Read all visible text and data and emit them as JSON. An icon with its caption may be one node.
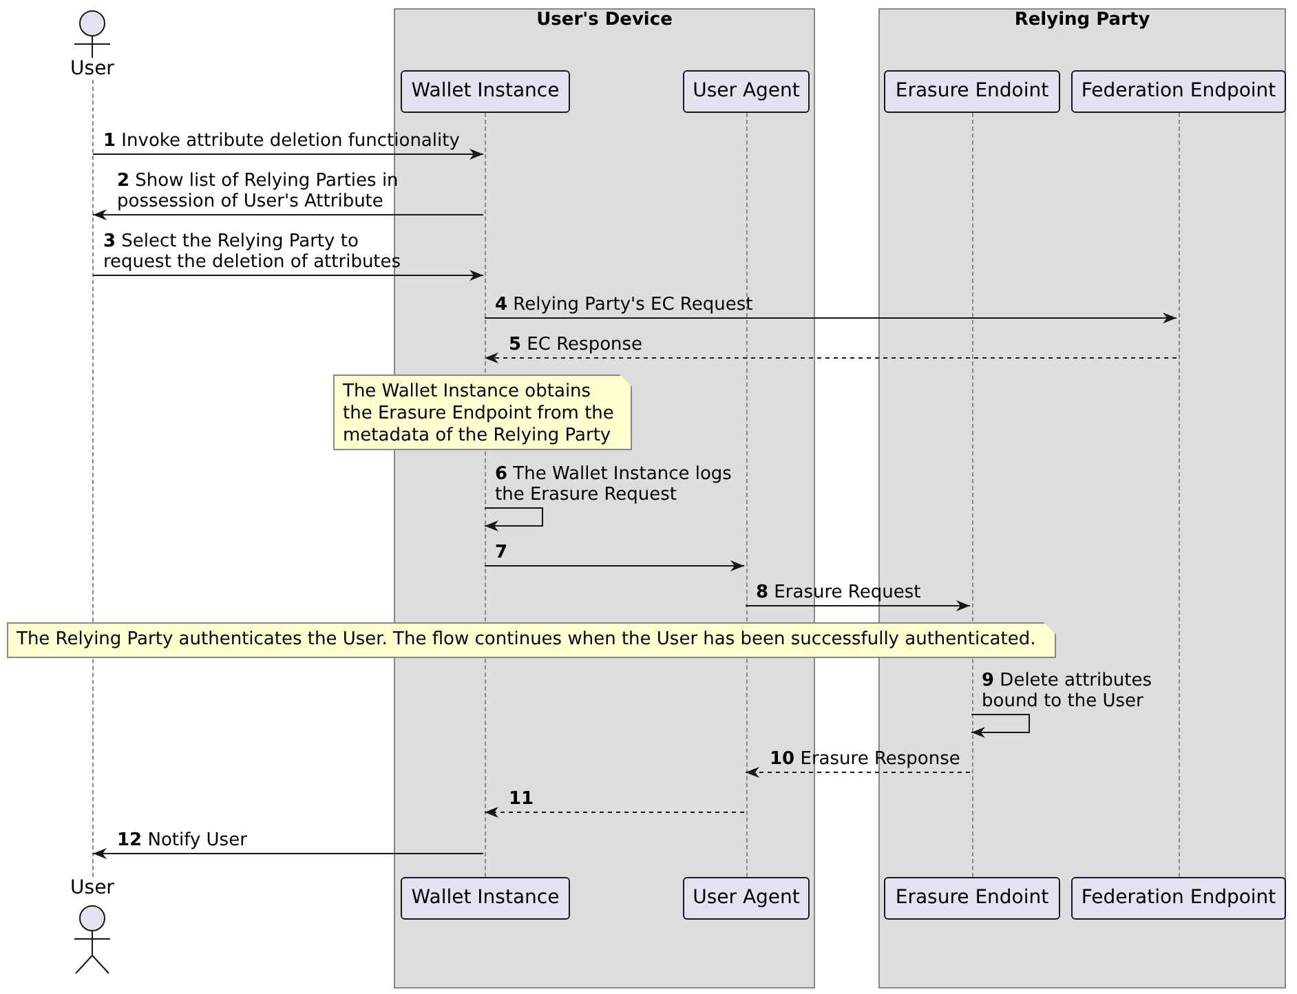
{
  "diagram": {
    "nodes": [
      {
        "text": [
          "User's Device"
        ]
      },
      {
        "text": [
          "Relying Party"
        ]
      },
      {
        "text": [
          "User"
        ]
      },
      {
        "text": [
          "Wallet Instance"
        ],
        "in": 0
      },
      {
        "text": [
          "User Agent"
        ],
        "in": 0
      },
      {
        "text": [
          "Erasure Endoint"
        ],
        "in": 1
      },
      {
        "text": [
          "Federation Endpoint"
        ],
        "in": 1
      },
      {
        "text": [
          "The Wallet Instance obtains the Erasure Endpoint from the metadata of the Relying Party"
        ]
      },
      {
        "text": [
          "The Relying Party authenticates the User. The flow continues when the User has been successfully authenticated."
        ]
      },
      {
        "text": [
          "User"
        ]
      },
      {
        "text": [
          "Wallet Instance"
        ],
        "in": 0
      },
      {
        "text": [
          "User Agent"
        ],
        "in": 0
      },
      {
        "text": [
          "Erasure Endoint"
        ],
        "in": 1
      },
      {
        "text": [
          "Federation Endpoint"
        ],
        "in": 1
      },
      {
        "text": [],
        "shape": "line"
      },
      {
        "text": [],
        "shape": "line",
        "in": 0
      },
      {
        "text": [],
        "shape": "line",
        "in": 0
      },
      {
        "text": [],
        "shape": "line",
        "in": 1
      },
      {
        "text": [],
        "shape": "line",
        "in": 1
      }
    ],
    "edges": [
      {
        "from": 14,
        "to": 15,
        "arrow": "to",
        "label": "**1** Invoke attribute deletion functionality"
      },
      {
        "from": 15,
        "to": 14,
        "arrow": "to",
        "label": "**2** Show list of Relying Parties in possession of User's Attribute"
      },
      {
        "from": 14,
        "to": 15,
        "arrow": "to",
        "label": "**3** Select the Relying Party to request the deletion of attributes"
      },
      {
        "from": 15,
        "to": 18,
        "arrow": "to",
        "label": "**4** Relying Party's EC Request"
      },
      {
        "from": 18,
        "to": 15,
        "arrow": "to",
        "style": "dashed",
        "label": "**5** EC Response"
      },
      {
        "from": 15,
        "to": 15,
        "arrow": "to",
        "label": "**6** The Wallet Instance logs the Erasure Request"
      },
      {
        "from": 15,
        "to": 16,
        "arrow": "to",
        "label": "**7**"
      },
      {
        "from": 16,
        "to": 17,
        "arrow": "to",
        "label": "**8** Erasure Request"
      },
      {
        "from": 17,
        "to": 17,
        "arrow": "to",
        "label": "**9** Delete attributes bound to the User"
      },
      {
        "from": 17,
        "to": 16,
        "arrow": "to",
        "style": "dashed",
        "label": "**10** Erasure Response"
      },
      {
        "from": 16,
        "to": 15,
        "arrow": "to",
        "style": "dashed",
        "label": "**11**"
      },
      {
        "from": 15,
        "to": 14,
        "arrow": "to",
        "label": "**12** Notify User"
      }
    ]
  }
}
